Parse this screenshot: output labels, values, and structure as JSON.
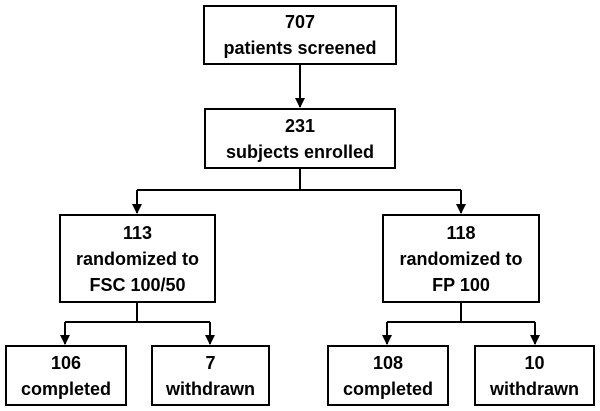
{
  "nodes": {
    "screened": {
      "lines": [
        "707",
        "patients screened"
      ]
    },
    "enrolled": {
      "lines": [
        "231",
        "subjects enrolled"
      ]
    },
    "fsc_arm": {
      "lines": [
        "113",
        "randomized to",
        "FSC 100/50"
      ]
    },
    "fp_arm": {
      "lines": [
        "118",
        "randomized to",
        "FP 100"
      ]
    },
    "fsc_completed": {
      "lines": [
        "106",
        "completed"
      ]
    },
    "fsc_withdrawn": {
      "lines": [
        "7",
        "withdrawn"
      ]
    },
    "fp_completed": {
      "lines": [
        "108",
        "completed"
      ]
    },
    "fp_withdrawn": {
      "lines": [
        "10",
        "withdrawn"
      ]
    }
  },
  "edges": [
    {
      "from": "screened",
      "to": "enrolled"
    },
    {
      "from": "enrolled",
      "to": "fsc_arm"
    },
    {
      "from": "enrolled",
      "to": "fp_arm"
    },
    {
      "from": "fsc_arm",
      "to": "fsc_completed"
    },
    {
      "from": "fsc_arm",
      "to": "fsc_withdrawn"
    },
    {
      "from": "fp_arm",
      "to": "fp_completed"
    },
    {
      "from": "fp_arm",
      "to": "fp_withdrawn"
    }
  ]
}
